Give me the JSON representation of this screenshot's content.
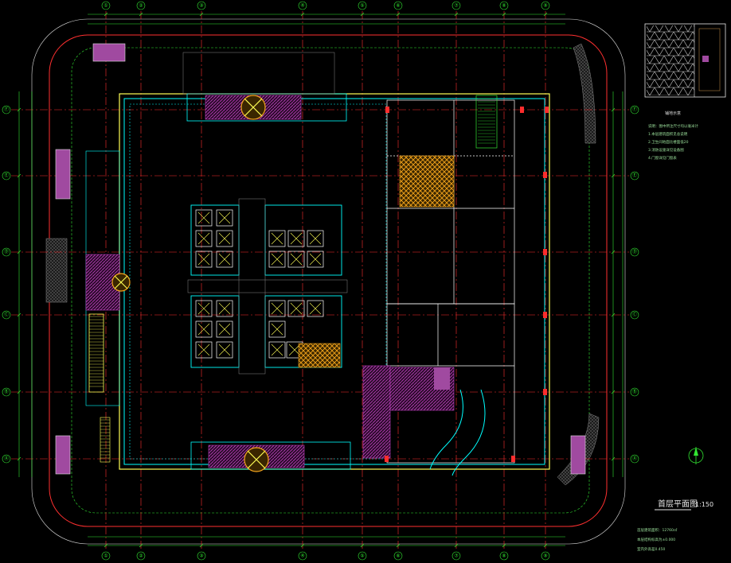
{
  "drawing": {
    "plan_title": "首层平面图",
    "scale": "1:150",
    "grid_x_labels": [
      "①",
      "②",
      "③",
      "④",
      "⑤",
      "⑥",
      "⑦",
      "⑧",
      "⑨"
    ],
    "grid_y_labels": [
      "Ⓐ",
      "Ⓑ",
      "Ⓒ",
      "Ⓓ",
      "Ⓔ",
      "Ⓕ"
    ],
    "legend_title": "铺地示意",
    "legend_notes": [
      "说明：图中所注尺寸均以毫米计",
      "1.本层建筑面积见总说明",
      "2.卫生间地面比楼面低20",
      "3.消防设施详见设备图",
      "4.门窗详见门窗表"
    ],
    "bottom_notes": [
      "首层建筑面积：12760㎡",
      "本层结构标高为±0.000",
      "室内外高差0.450"
    ],
    "colors": {
      "background": "#000000",
      "wall": "#00ffff",
      "grid": "#ff2d2d",
      "dimension": "#32e632",
      "hatch_orange": "#f5a51c",
      "hatch_magenta": "#c040c0",
      "road": "#ff3030"
    }
  }
}
